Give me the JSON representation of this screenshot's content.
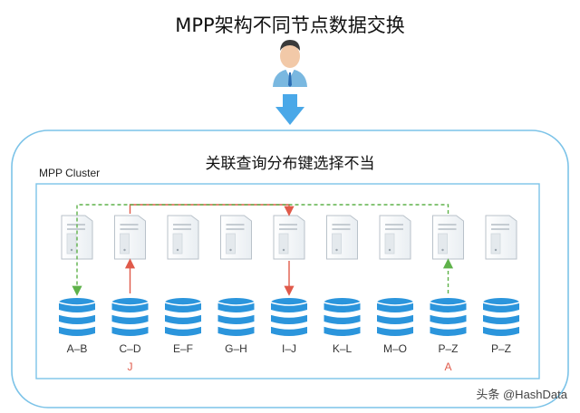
{
  "title": "MPP架构不同节点数据交换",
  "subtitle": "关联查询分布键选择不当",
  "cluster_label": "MPP Cluster",
  "watermark": "头条 @HashData",
  "icons": {
    "user": "user-icon",
    "arrow": "down-arrow-icon",
    "server": "server-icon",
    "database": "database-icon"
  },
  "colors": {
    "frame": "#7cc3e8",
    "arrow_fill": "#4aa8e8",
    "db": "#2b95dc",
    "red": "#e05a4a",
    "green": "#5fb24a"
  },
  "nodes": [
    {
      "label": "A–B",
      "note": ""
    },
    {
      "label": "C–D",
      "note": "J"
    },
    {
      "label": "E–F",
      "note": ""
    },
    {
      "label": "G–H",
      "note": ""
    },
    {
      "label": "I–J",
      "note": ""
    },
    {
      "label": "K–L",
      "note": ""
    },
    {
      "label": "M–O",
      "note": ""
    },
    {
      "label": "P–Z",
      "note": "A"
    },
    {
      "label": "P–Z",
      "note": ""
    }
  ]
}
